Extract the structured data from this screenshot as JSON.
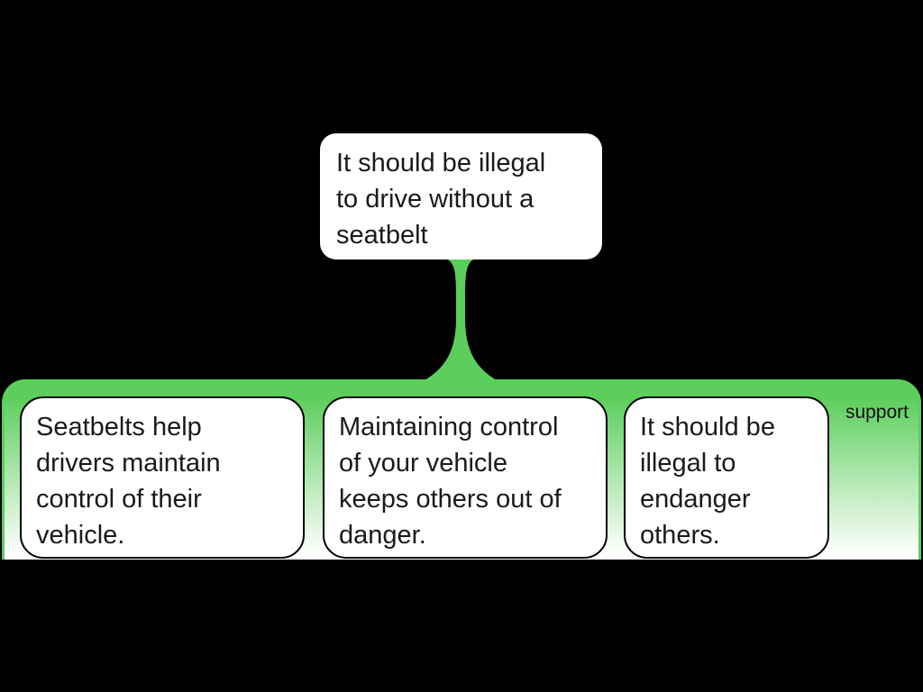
{
  "diagram": {
    "type": "argument-map",
    "background_color": "#000000",
    "accent_green": "#5CCE5C",
    "text_color": "#1a1a1a",
    "claim": {
      "text": "It should be illegal\nto drive without a\nseatbelt"
    },
    "support_group": {
      "label": "support",
      "premises": [
        {
          "text": "Seatbelts help\ndrivers maintain\ncontrol of their\nvehicle."
        },
        {
          "text": "Maintaining control\nof your vehicle\nkeeps others out of\ndanger."
        },
        {
          "text": "It should be\nillegal to\nendanger\nothers."
        }
      ]
    }
  }
}
